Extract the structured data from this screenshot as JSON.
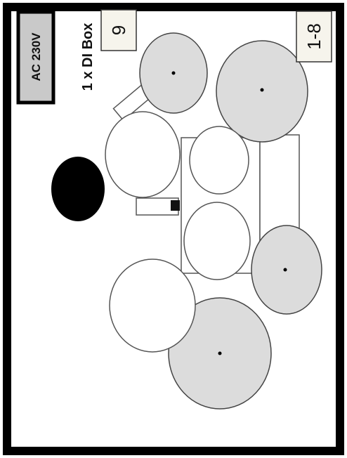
{
  "labels": {
    "power": "AC 230V",
    "di_box": "1 x DI Box",
    "channel_single": "9",
    "channel_range": "1-8"
  },
  "colors": {
    "frame": "#000000",
    "page": "#ffffff",
    "drum_fill_white": "#ffffff",
    "drum_fill_mic": "#dcdcdc",
    "outline": "#444444",
    "power_box_fill": "#c9c9c9",
    "stool": "#000000",
    "mic_dot": "#000000"
  },
  "legend_icons": {
    "mic_marker": "dot-icon",
    "stool": "drum-stool-icon"
  }
}
